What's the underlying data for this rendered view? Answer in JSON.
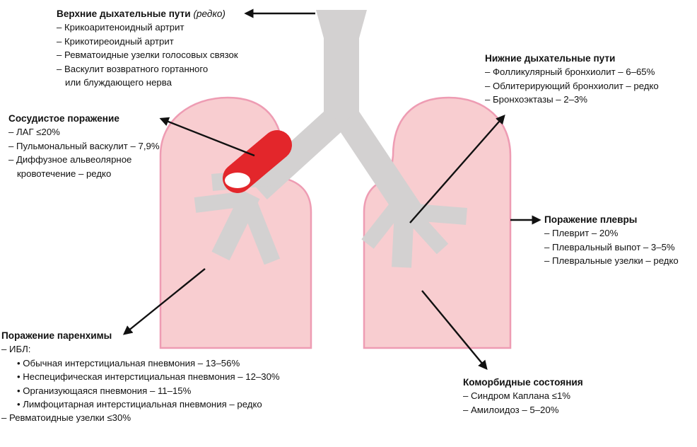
{
  "colors": {
    "lung_fill": "#f8cdd0",
    "lung_stroke": "#ee9cb3",
    "airway": "#d3d1d1",
    "vessel": "#e3262b",
    "arrow": "#111111"
  },
  "upper_airways": {
    "title": "Верхние дыхательные пути",
    "note": "(редко)",
    "items": [
      "– Крикоаритеноидный артрит",
      "– Крикотиреоидный артрит",
      "– Ревматоидные узелки голосовых связок",
      "– Васкулит возвратного гортанного",
      "или блуждающего нерва"
    ]
  },
  "vascular": {
    "title": "Сосудистое поражение",
    "items": [
      "– ЛАГ ≤20%",
      "– Пульмональный васкулит – 7,9%",
      "– Диффузное альвеолярное",
      "кровотечение – редко"
    ]
  },
  "lower_airways": {
    "title": "Нижние дыхательные пути",
    "items": [
      "– Фолликулярный бронхиолит – 6–65%",
      "– Облитерирующий бронхиолит – редко",
      "– Бронхоэктазы – 2–3%"
    ]
  },
  "pleura": {
    "title": "Поражение плевры",
    "items": [
      "– Плеврит – 20%",
      "– Плевральный выпот – 3–5%",
      "– Плевральные узелки – редко"
    ]
  },
  "parenchyma": {
    "title": "Поражение паренхимы",
    "ild_label": "– ИБЛ:",
    "ild_items": [
      "• Обычная интерстициальная пневмония – 13–56%",
      "• Неспецифическая интерстициальная пневмония – 12–30%",
      "• Организующаяся пневмония – 11–15%",
      "• Лимфоцитарная интерстициальная пневмония – редко"
    ],
    "last_item": "– Ревматоидные узелки ≤30%"
  },
  "comorbid": {
    "title": "Коморбидные состояния",
    "items": [
      "– Синдром Каплана ≤1%",
      "– Амилоидоз – 5–20%"
    ]
  }
}
